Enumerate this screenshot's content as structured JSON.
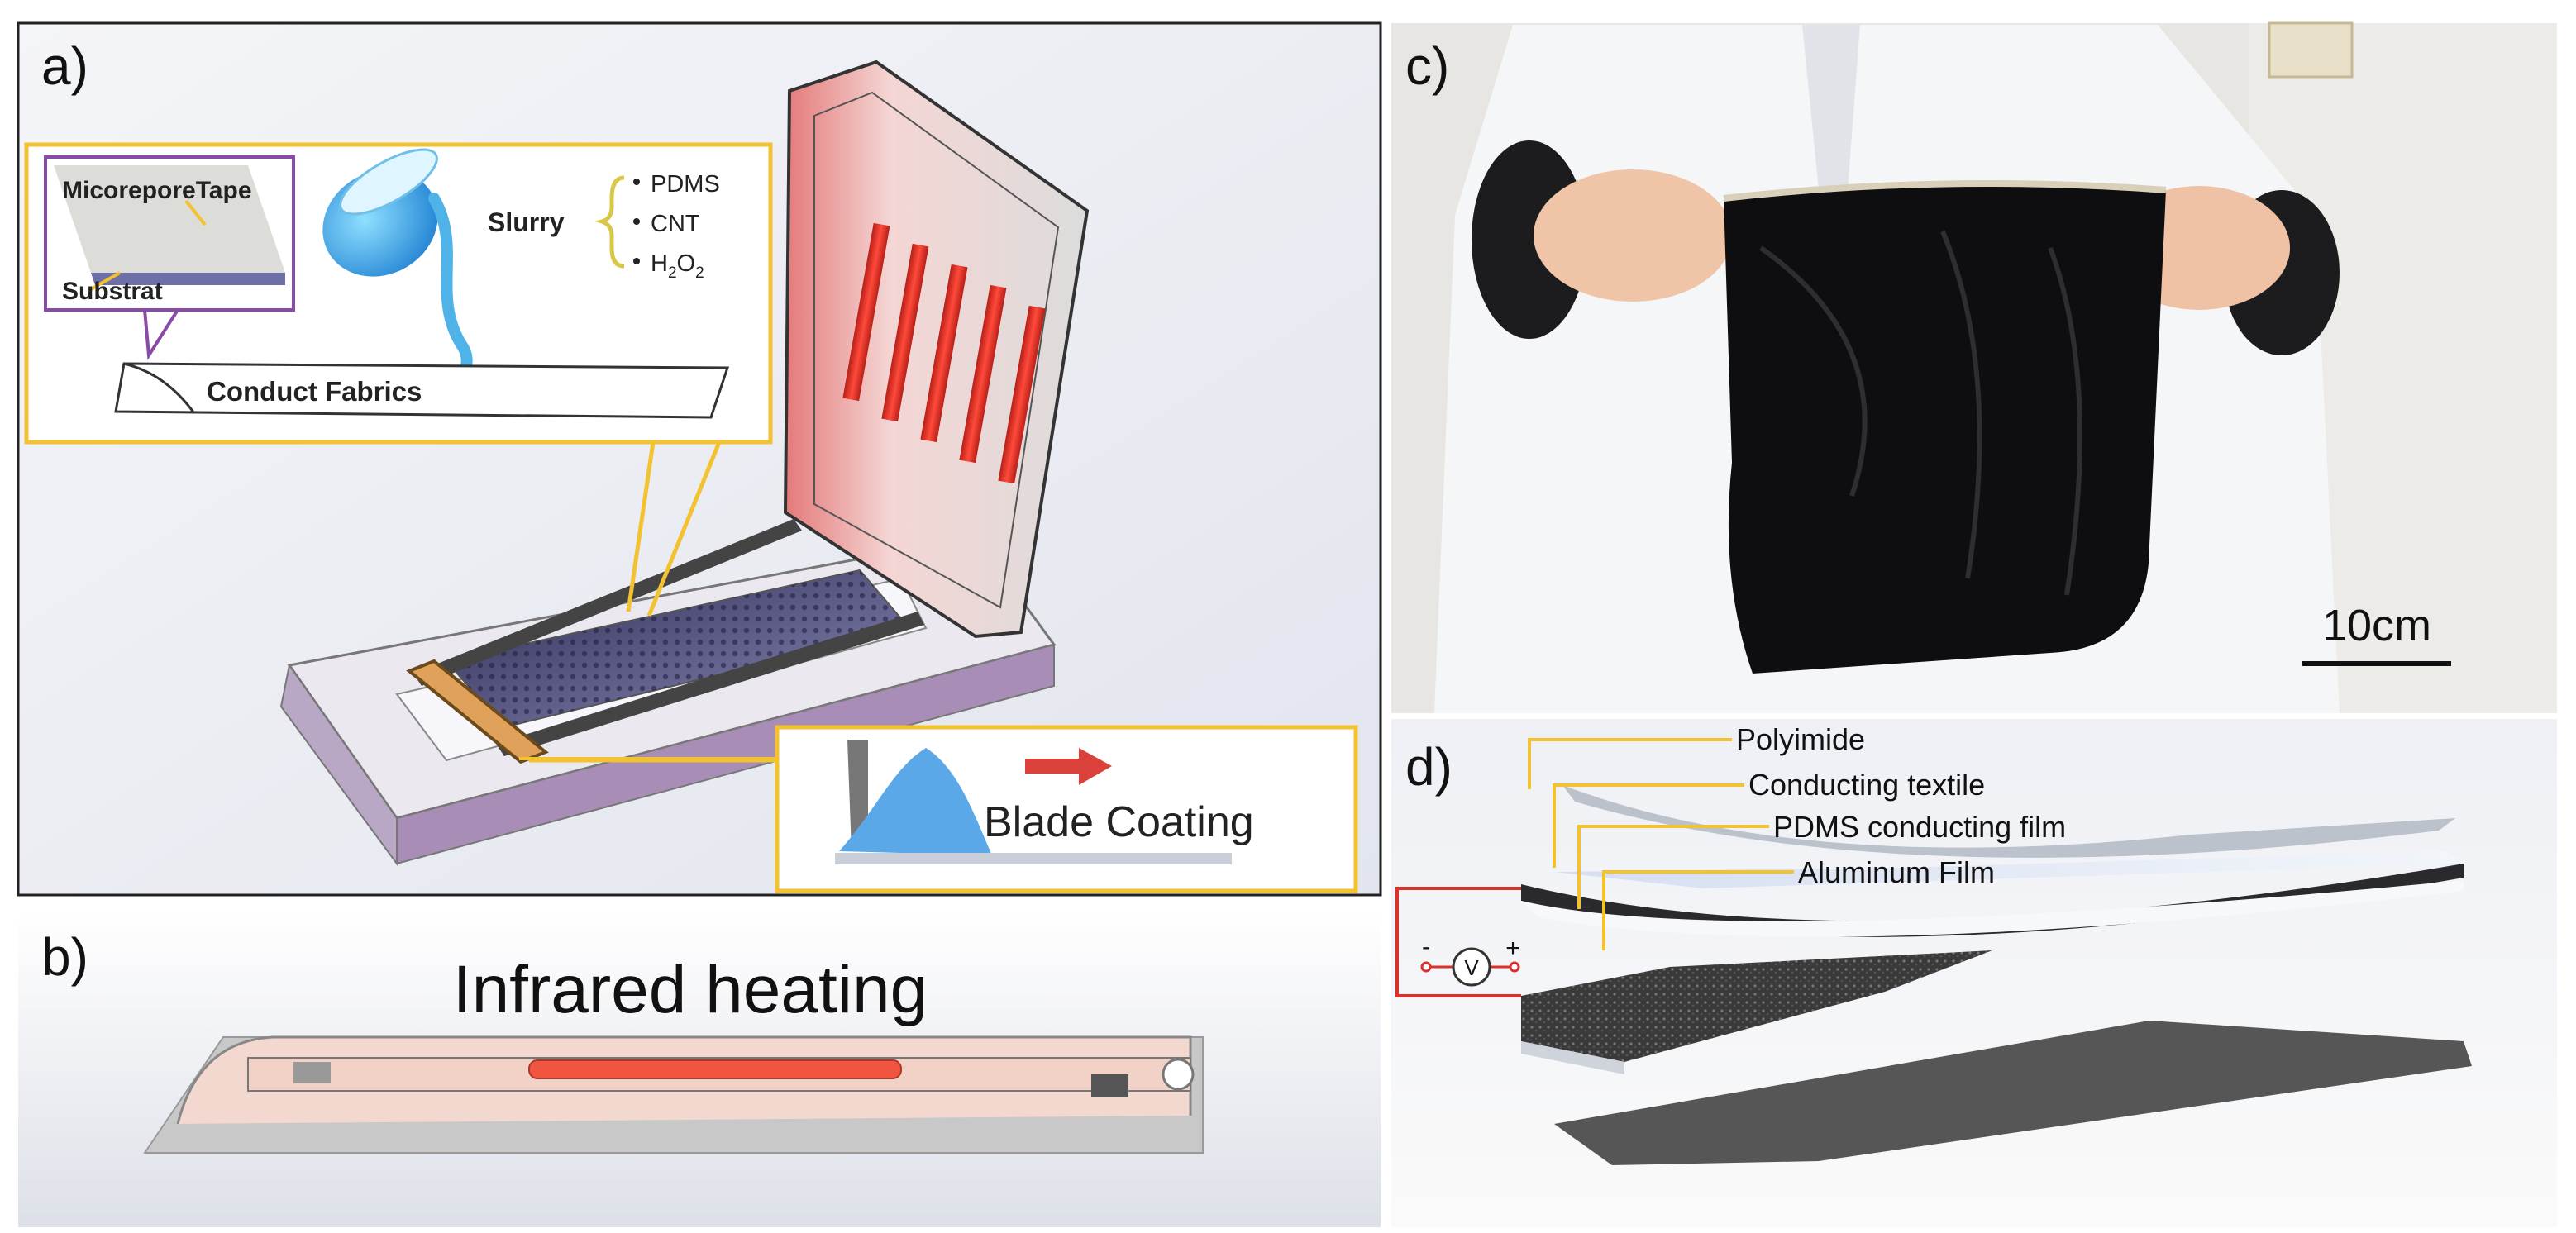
{
  "panel_a": {
    "label": "a)",
    "inset": {
      "tape_label": "MicoreporeTape",
      "substrate_label": "Substrat",
      "slurry_label": "Slurry",
      "components": [
        "PDMS",
        "CNT",
        "H",
        "2",
        "O",
        "2"
      ],
      "fabric_label": "Conduct Fabrics"
    },
    "blade_label": "Blade Coating"
  },
  "panel_b": {
    "label": "b)",
    "title": "Infrared heating"
  },
  "panel_c": {
    "label": "c)",
    "scale_bar": "10cm"
  },
  "panel_d": {
    "label": "d)",
    "layers": [
      "Polyimide",
      "Conducting textile",
      "PDMS conducting film",
      "Aluminum Film"
    ],
    "circuit": {
      "minus": "-",
      "plus": "+",
      "meter": "V"
    }
  },
  "colors": {
    "callout": "#f2c230",
    "heater": "#e8342a",
    "slurry": "#4fb3e8",
    "wire": "#d9312b"
  }
}
